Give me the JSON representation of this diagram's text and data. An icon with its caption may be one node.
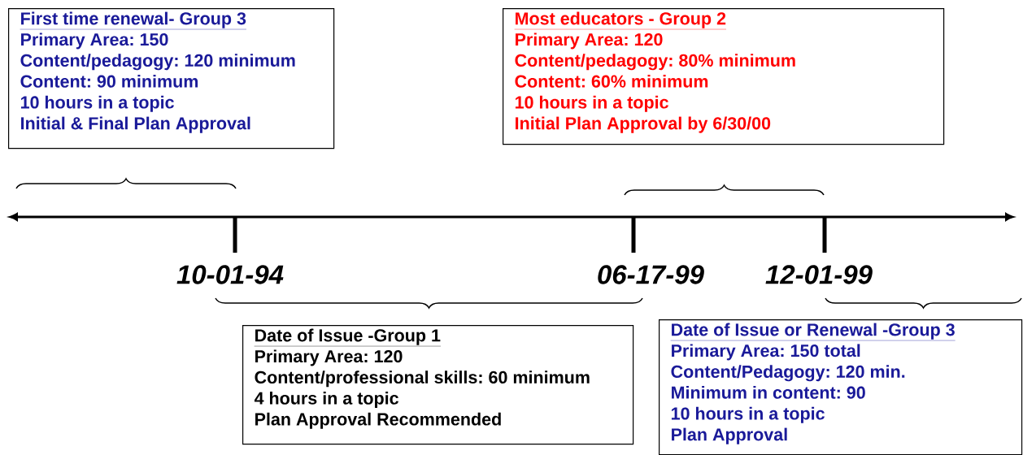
{
  "diagram": {
    "nodes": [
      {
        "text": [
          "First time renewal- Group 3",
          "Primary Area: 150",
          "Content/pedagogy: 120 minimum",
          "Content: 90 minimum",
          "10 hours in a topic",
          "Initial & Final Plan Approval"
        ]
      },
      {
        "text": [
          "Most educators - Group 2",
          "Primary Area: 120",
          "Content/pedagogy: 80% minimum",
          "Content: 60% minimum",
          "10 hours in a topic",
          "Initial Plan Approval by 6/30/00"
        ]
      },
      {
        "text": [
          "Date of Issue -Group 1",
          "Primary Area: 120",
          "Content/professional skills: 60 minimum",
          "4 hours in a topic",
          "Plan Approval Recommended"
        ]
      },
      {
        "text": [
          "Date of Issue or Renewal -Group 3",
          "Primary Area: 150 total",
          "Content/Pedagogy: 120 min.",
          "Minimum in content: 90",
          "10 hours in a topic",
          "Plan Approval"
        ]
      }
    ],
    "labels": [
      "10-01-94",
      "06-17-99",
      "12-01-99"
    ]
  }
}
